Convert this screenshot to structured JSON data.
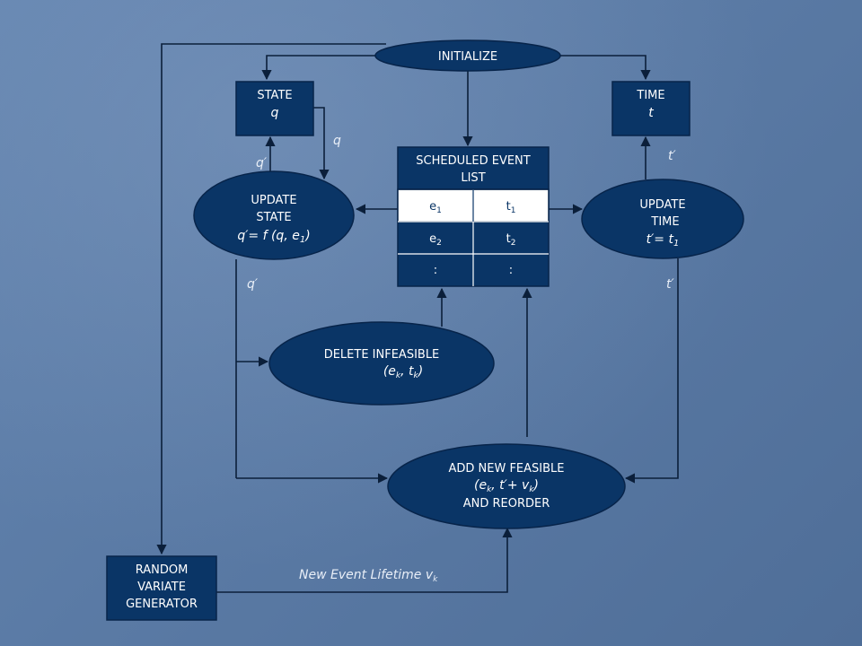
{
  "colors": {
    "node_fill": "#0a3566",
    "node_stroke": "#07244a",
    "table_highlight": "#ffffff",
    "edge": "#0b1f3a",
    "text": "#ffffff"
  },
  "initialize": {
    "label": "INITIALIZE"
  },
  "state": {
    "label": "STATE",
    "var": "q"
  },
  "time": {
    "label": "TIME",
    "var": "t"
  },
  "event_list": {
    "title_line1": "SCHEDULED EVENT",
    "title_line2": "LIST",
    "rows": [
      {
        "e": "e",
        "e_sub": "1",
        "t": "t",
        "t_sub": "1"
      },
      {
        "e": "e",
        "e_sub": "2",
        "t": "t",
        "t_sub": "2"
      },
      {
        "e": ":",
        "e_sub": "",
        "t": ":",
        "t_sub": ""
      }
    ]
  },
  "update_state": {
    "line1": "UPDATE",
    "line2": "STATE",
    "formula_a": "q′= ",
    "formula_f": "f",
    "formula_b": " (q, e",
    "formula_sub": "1",
    "formula_c": ")"
  },
  "update_time": {
    "line1": "UPDATE",
    "line2": "TIME",
    "formula_a": "t′= t",
    "formula_sub": "1"
  },
  "delete_infeasible": {
    "line1": "DELETE INFEASIBLE",
    "formula_a": "(e",
    "formula_sub1": "k",
    "formula_b": ", t",
    "formula_sub2": "k",
    "formula_c": ")"
  },
  "add_new": {
    "line1": "ADD NEW FEASIBLE",
    "formula_a": "(e",
    "formula_sub1": "k",
    "formula_b": ", t′+ v",
    "formula_sub2": "k",
    "formula_c": ")",
    "line3": "AND REORDER"
  },
  "random_gen": {
    "line1": "RANDOM",
    "line2": "VARIATE",
    "line3": "GENERATOR"
  },
  "edge_labels": {
    "q_state_in": "q",
    "q_prime_up": "q′",
    "t_prime_up": "t′",
    "q_prime_down": "q′",
    "t_prime_down": "t′",
    "lifetime_text": "New Event Lifetime v",
    "lifetime_sub": "k"
  }
}
